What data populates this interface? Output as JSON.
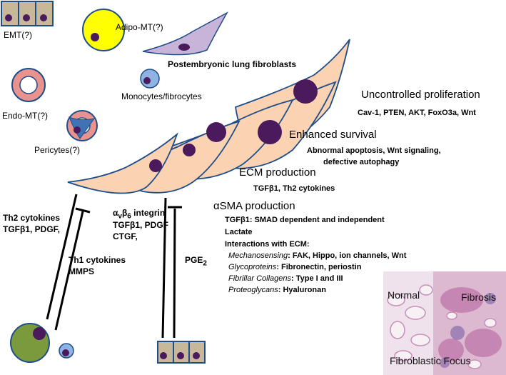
{
  "sources": {
    "emt": "EMT(?)",
    "adipo": "Adipo-MT(?)",
    "postembryonic": "Postembryonic lung fibroblasts",
    "monocytes": "Monocytes/fibrocytes",
    "endo": "Endo-MT(?)",
    "pericytes": "Pericytes(?)"
  },
  "phenotypes": {
    "proliferation": {
      "title": "Uncontrolled proliferation",
      "detail": "Cav-1, PTEN, AKT, FoxO3a, Wnt"
    },
    "survival": {
      "title": "Enhanced survival",
      "detail_1": "Abnormal apoptosis, Wnt signaling,",
      "detail_2": "defective autophagy"
    },
    "ecm": {
      "title": "ECM production",
      "detail": "TGFβ1, Th2 cytokines"
    },
    "asma": {
      "title_symbol": "α",
      "title_rest": "SMA production",
      "line_1": "TGFβ1: SMAD dependent and independent",
      "line_2": "Lactate",
      "line_3": "Interactions with ECM:",
      "items": [
        {
          "term": "Mechanosensing",
          "value": ": FAK, Hippo, ion channels, Wnt"
        },
        {
          "term": "Glycoproteins",
          "value": ": Fibronectin, periostin"
        },
        {
          "term": "Fibrillar Collagens",
          "value": ": Type I and III"
        },
        {
          "term": "Proteoglycans",
          "value": ": Hyaluronan"
        }
      ]
    }
  },
  "signals": {
    "th2_1": "Th2 cytokines",
    "th2_2": "TGFβ1, PDGF,",
    "th1_1": "Th1 cytokines",
    "th1_2": "MMPS",
    "integrin_a": "α",
    "integrin_v": "v",
    "integrin_b": "β",
    "integrin_6": "6",
    "integrin_word": " integrin",
    "epi_2": "TGFβ1, PDGF",
    "epi_3": "CTGF,",
    "pge": "PGE",
    "pge_sub": "2"
  },
  "histology": {
    "normal": "Normal",
    "fibrosis": "Fibrosis",
    "focus": "Fibroblastic Focus"
  },
  "colors": {
    "fibroblast": "#fbd3b2",
    "nucleus": "#4b1a5c",
    "epithelial": "#c7b89a",
    "adipocyte": "#ffff00",
    "endothelial_ring": "#e9938f",
    "monocyte": "#8fb4e3",
    "macrophage": "#7b9a3d",
    "lung_fibroblast": "#c8b3d9"
  }
}
